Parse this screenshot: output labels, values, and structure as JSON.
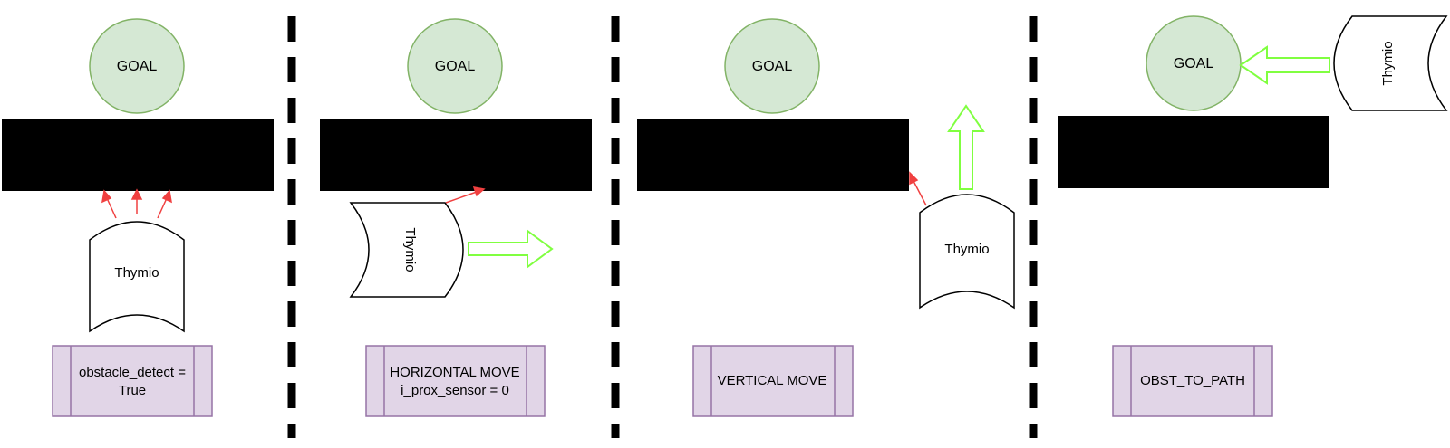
{
  "colors": {
    "goal_fill": "#d5e8d4",
    "goal_stroke": "#82b366",
    "obstacle": "#000000",
    "robot_fill": "#ffffff",
    "robot_stroke": "#000000",
    "sensor_arrow": "#f04040",
    "move_arrow": "#80ff40",
    "state_fill": "#e1d5e7",
    "state_stroke": "#9673a6",
    "divider": "#000000"
  },
  "panels": [
    {
      "goal_label": "GOAL",
      "robot_label": "Thymio",
      "robot_orientation": "up",
      "state_lines": [
        "obstacle_detect =",
        "True"
      ]
    },
    {
      "goal_label": "GOAL",
      "robot_label": "Thymio",
      "robot_orientation": "right",
      "state_lines": [
        "HORIZONTAL MOVE",
        "i_prox_sensor = 0"
      ]
    },
    {
      "goal_label": "GOAL",
      "robot_label": "Thymio",
      "robot_orientation": "up",
      "state_lines": [
        "VERTICAL MOVE"
      ]
    },
    {
      "goal_label": "GOAL",
      "robot_label": "Thymio",
      "robot_orientation": "left",
      "state_lines": [
        "OBST_TO_PATH"
      ]
    }
  ]
}
